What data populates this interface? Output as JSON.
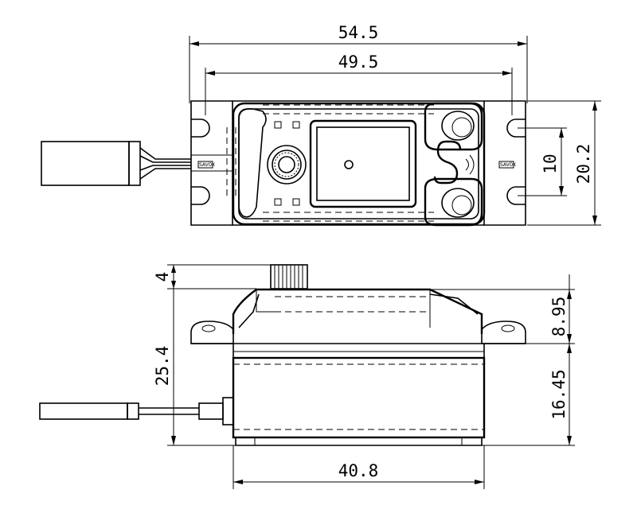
{
  "top_view": {
    "dim_overall_width": "54.5",
    "dim_hole_spacing": "49.5",
    "dim_hole_vertical": "10",
    "dim_overall_depth": "20.2",
    "connector_label": "SAVÖX"
  },
  "side_view": {
    "dim_spline_height": "4",
    "dim_total_height": "25.4",
    "dim_upper_height": "8.95",
    "dim_lower_height": "16.45",
    "dim_case_width": "40.8"
  }
}
